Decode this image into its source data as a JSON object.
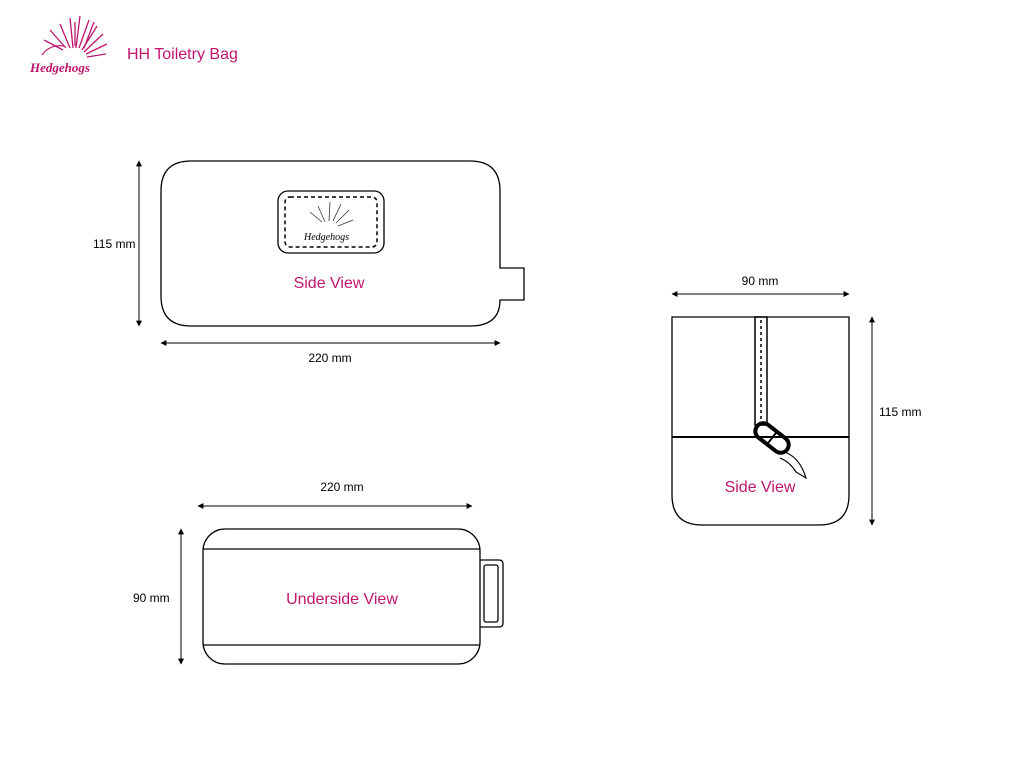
{
  "header": {
    "brand_logo_text": "Hedgehogs",
    "title": "HH Toiletry Bag"
  },
  "accent_color": "#c0156e",
  "side_view_long": {
    "label": "Side View",
    "height_dim": "115 mm",
    "width_dim": "220 mm",
    "patch_logo_text": "Hedgehogs"
  },
  "side_view_short": {
    "label": "Side View",
    "width_dim": "90 mm",
    "height_dim": "115 mm"
  },
  "underside_view": {
    "label": "Underside View",
    "width_dim": "220 mm",
    "height_dim": "90 mm"
  }
}
